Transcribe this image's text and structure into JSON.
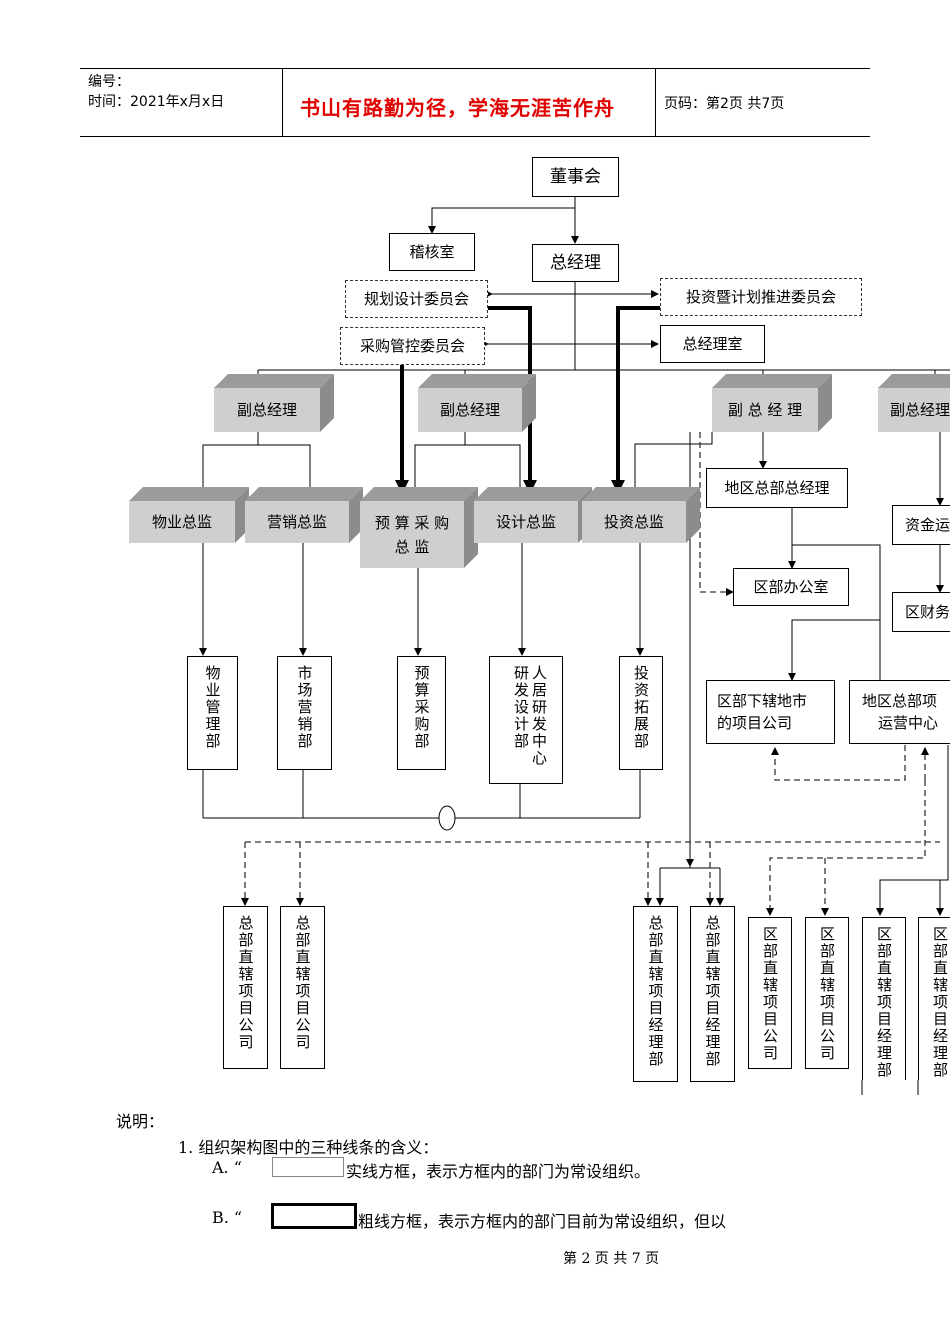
{
  "header": {
    "number_label": "编号：",
    "time_label": "时间：2021年x月x日",
    "motto": "书山有路勤为径，学海无涯苦作舟",
    "page_label": "页码：第2页  共7页"
  },
  "chart": {
    "board": "董事会",
    "audit": "稽核室",
    "gm": "总经理",
    "plan_committee": "规划设计委员会",
    "invest_committee": "投资暨计划推进委员会",
    "purchase_committee": "采购管控委员会",
    "gm_office": "总经理室",
    "vp1": "副总经理",
    "vp2": "副总经理",
    "vp3": "副 总 经 理",
    "vp4": "副总经理",
    "dir_property": "物业总监",
    "dir_marketing": "营销总监",
    "dir_budget_l1": "预 算 采 购",
    "dir_budget_l2": "总 监",
    "dir_design": "设计总监",
    "dir_invest": "投资总监",
    "regional_gm": "地区总部总经理",
    "fund_ops": "资金运",
    "regional_office": "区部办公室",
    "regional_finance": "区财务",
    "sub_company_l1": "区部下辖地市",
    "sub_company_l2": "的项目公司",
    "ops_center_l1": "地区总部项",
    "ops_center_l2": "运营中心",
    "dept_property": "物业管理部",
    "dept_marketing": "市场营销部",
    "dept_budget": "预算采购部",
    "dept_rd_l1": "研发设计部",
    "dept_rd_l2": "人居研发中心",
    "dept_invest": "投资拓展部",
    "bottom_1": "总部直辖项目公司",
    "bottom_2": "总部直辖项目公司",
    "bottom_3": "总部直辖项目经理部",
    "bottom_4": "总部直辖项目经理部",
    "bottom_5": "区部直辖项目公司",
    "bottom_6": "区部直辖项目公司",
    "bottom_7": "区部直辖项目经理部",
    "bottom_8": "区部直辖项目经理部"
  },
  "notes": {
    "title": "说明：",
    "item1": "1.   组织架构图中的三种线条的含义：",
    "a_prefix": "A. “",
    "a_text": "实线方框，表示方框内的部门为常设组织。",
    "b_prefix": "B. “",
    "b_text": "粗线方框，表示方框内的部门目前为常设组织，但以"
  },
  "footer": {
    "page_text": "第 2 页 共 7 页"
  }
}
